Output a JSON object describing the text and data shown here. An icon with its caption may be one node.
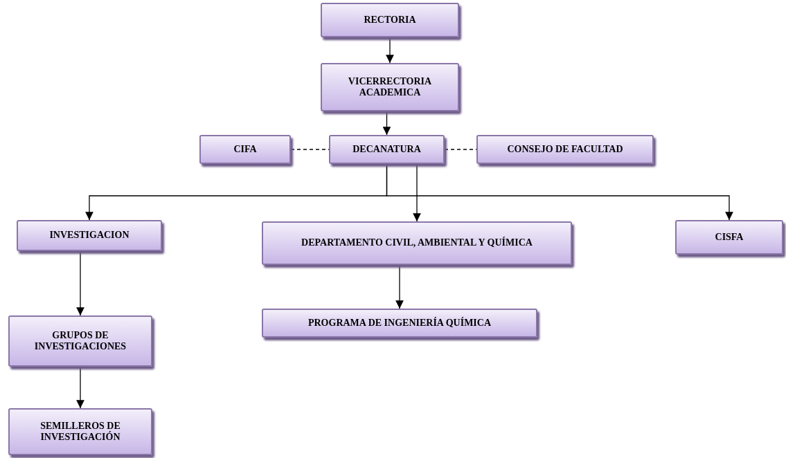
{
  "diagram": {
    "nodes": [
      {
        "text": [
          "RECTORIA"
        ]
      },
      {
        "text": [
          "VICERRECTORIA ACADEMICA"
        ]
      },
      {
        "text": [
          "CIFA"
        ]
      },
      {
        "text": [
          "DECANATURA"
        ]
      },
      {
        "text": [
          "CONSEJO DE FACULTAD"
        ]
      },
      {
        "text": [
          "INVESTIGACION"
        ]
      },
      {
        "text": [
          "DEPARTAMENTO CIVIL, AMBIENTAL Y QUÍMICA"
        ]
      },
      {
        "text": [
          "CISFA"
        ]
      },
      {
        "text": [
          "PROGRAMA DE INGENIERÍA QUÍMICA"
        ]
      },
      {
        "text": [
          "GRUPOS DE INVESTIGACIONES"
        ]
      },
      {
        "text": [
          "SEMILLEROS DE INVESTIGACIÓN"
        ]
      }
    ],
    "edges": [
      {
        "from": 0,
        "to": 1,
        "arrow": "to"
      },
      {
        "from": 1,
        "to": 3,
        "arrow": "to"
      },
      {
        "from": 2,
        "to": 3,
        "arrow": "none",
        "style": "dashed"
      },
      {
        "from": 3,
        "to": 4,
        "arrow": "none",
        "style": "dashed"
      },
      {
        "from": 3,
        "to": 5,
        "arrow": "to"
      },
      {
        "from": 3,
        "to": 6,
        "arrow": "to"
      },
      {
        "from": 3,
        "to": 7,
        "arrow": "to"
      },
      {
        "from": 6,
        "to": 8,
        "arrow": "to"
      },
      {
        "from": 5,
        "to": 9,
        "arrow": "to"
      },
      {
        "from": 9,
        "to": 10,
        "arrow": "to"
      }
    ]
  }
}
